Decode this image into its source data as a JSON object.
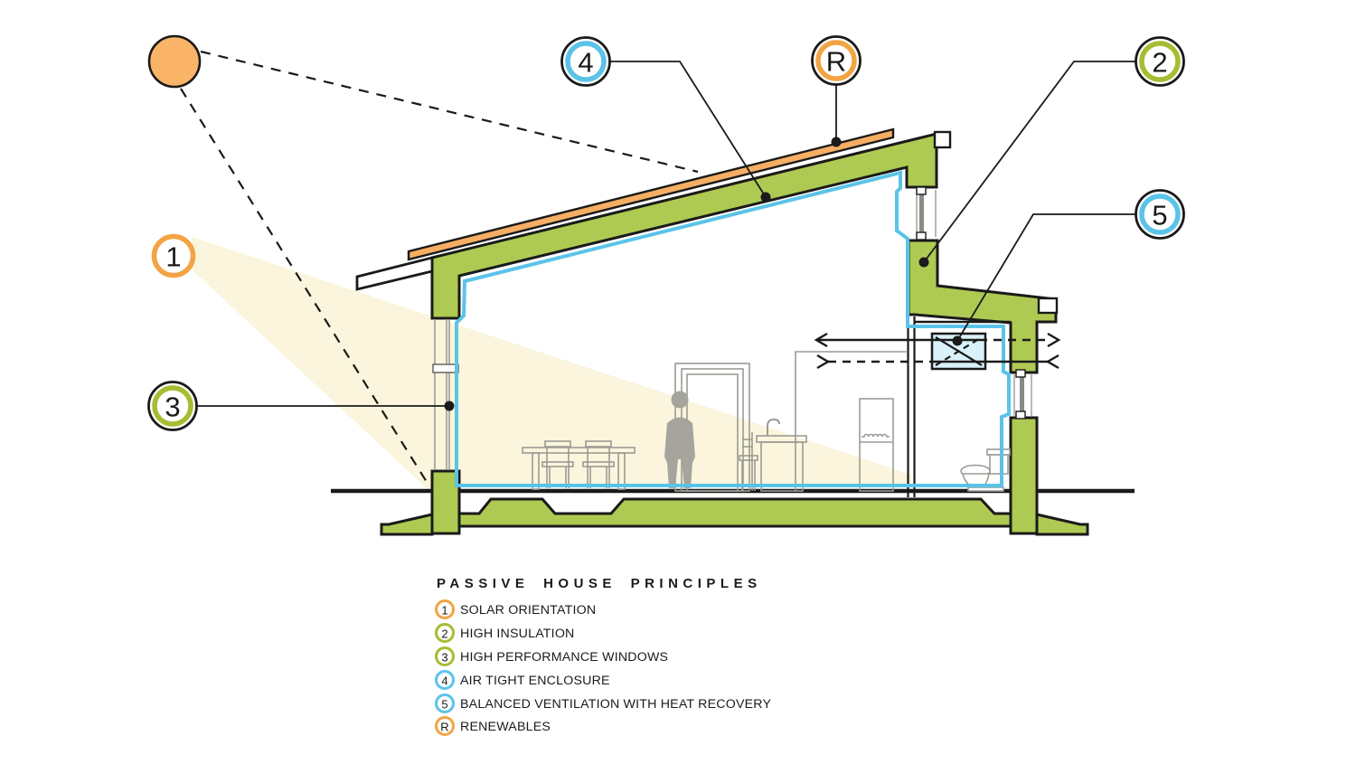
{
  "legend": {
    "title": "PASSIVE HOUSE PRINCIPLES",
    "items": [
      {
        "id": "1",
        "label": "SOLAR ORIENTATION",
        "color": "#F2A444"
      },
      {
        "id": "2",
        "label": "HIGH INSULATION",
        "color": "#A5BD32"
      },
      {
        "id": "3",
        "label": "HIGH PERFORMANCE WINDOWS",
        "color": "#A5BD32"
      },
      {
        "id": "4",
        "label": "AIR TIGHT ENCLOSURE",
        "color": "#5BC3E8"
      },
      {
        "id": "5",
        "label": "BALANCED VENTILATION WITH HEAT RECOVERY",
        "color": "#5BC3E8"
      },
      {
        "id": "R",
        "label": "RENEWABLES",
        "color": "#F2A444"
      }
    ]
  },
  "colors": {
    "insulation_green": "#AECA52",
    "ring_green": "#A5BD32",
    "ring_blue": "#5BC3E8",
    "ring_orange": "#F2A444",
    "sun_orange": "#F9B468",
    "solar_panel_orange": "#F6AE63",
    "air_barrier_blue": "#5BC3E8",
    "hrv_unit_fill": "#D9F1F9",
    "sunbeam_yellow": "#FAF5DC",
    "outline_black": "#1A1A1A",
    "furniture_gray": "#9B9B95",
    "person_gray": "#A5A49D"
  }
}
